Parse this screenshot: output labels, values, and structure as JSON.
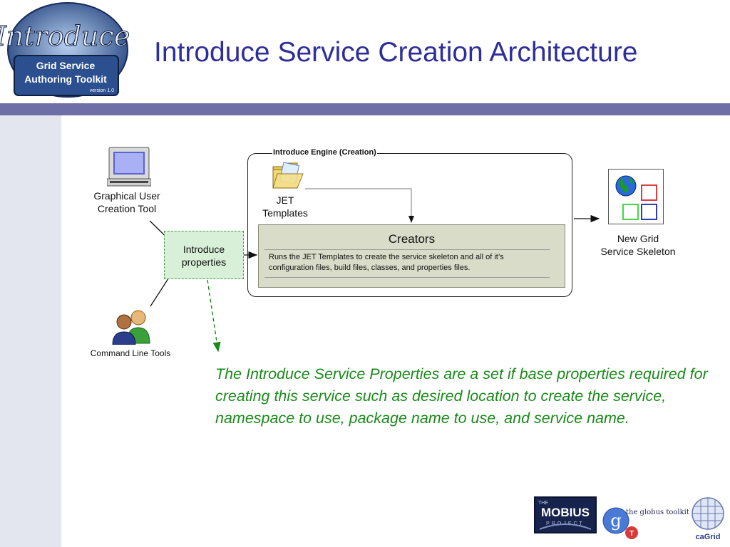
{
  "header": {
    "title": "Introduce Service Creation Architecture",
    "logo": {
      "script_text": "Introduce",
      "line1": "Grid Service",
      "line2": "Authoring Toolkit",
      "version": "version 1.0"
    }
  },
  "diagram": {
    "gui_tool": {
      "line1": "Graphical User",
      "line2": "Creation Tool",
      "icon": "computer-icon"
    },
    "cli_tools": {
      "label": "Command Line Tools",
      "icon": "users-icon"
    },
    "properties": {
      "line1": "Introduce",
      "line2": "properties"
    },
    "engine": {
      "label": "Introduce Engine (Creation)"
    },
    "jet": {
      "line1": "JET",
      "line2": "Templates",
      "icon": "folder-icon"
    },
    "creators": {
      "title": "Creators",
      "description": "Runs the JET Templates to create the service skeleton and all of it’s configuration files, build files, classes, and properties files."
    },
    "skeleton": {
      "line1": "New Grid",
      "line2": "Service Skeleton",
      "icon": "globe-icon"
    }
  },
  "note": "The Introduce Service Properties are a set if base properties required for creating this service such as desired location to create the service, namespace to use, package name to use, and service name.",
  "footer_logos": {
    "mobius_line1": "THE",
    "mobius_line2": "MOBIUS",
    "mobius_line3": "PROJECT",
    "globus": "the globus toolkit",
    "globus_mark": "g",
    "globus_t": "T",
    "cagrid": "caGrid"
  },
  "colors": {
    "title": "#2e2e9a",
    "title_bar": "#6f6fa8",
    "note": "#1a8a1a",
    "creators_fill": "#d8dcc8",
    "properties_fill": "#d8f0d8"
  }
}
